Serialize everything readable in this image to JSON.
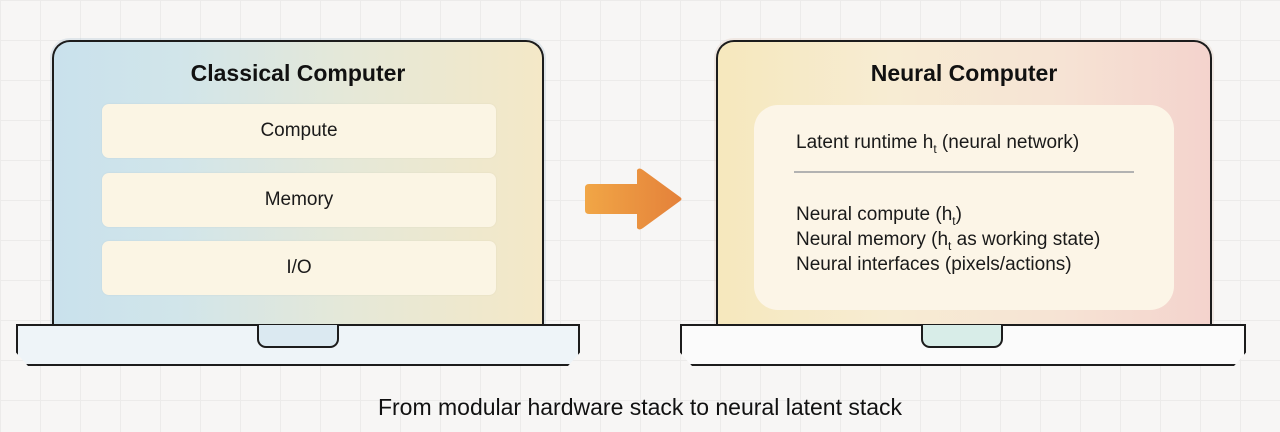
{
  "classical": {
    "title": "Classical Computer",
    "boxes": [
      "Compute",
      "Memory",
      "I/O"
    ]
  },
  "neural": {
    "title": "Neural Computer",
    "runtime": {
      "prefix": "Latent runtime h",
      "sub": "t",
      "suffix": " (neural network)"
    },
    "items": [
      {
        "prefix": "Neural compute (h",
        "sub": "t",
        "suffix": ")"
      },
      {
        "prefix": "Neural memory (h",
        "sub": "t",
        "suffix": " as working state)"
      },
      {
        "prefix": "Neural interfaces (pixels/actions)",
        "sub": "",
        "suffix": ""
      }
    ]
  },
  "caption": "From modular hardware stack to neural latent stack",
  "colors": {
    "arrow_start": "#f1a646",
    "arrow_end": "#e4813a",
    "outline": "#1c1c1c"
  },
  "icons": {
    "transition": "right-arrow-icon"
  }
}
